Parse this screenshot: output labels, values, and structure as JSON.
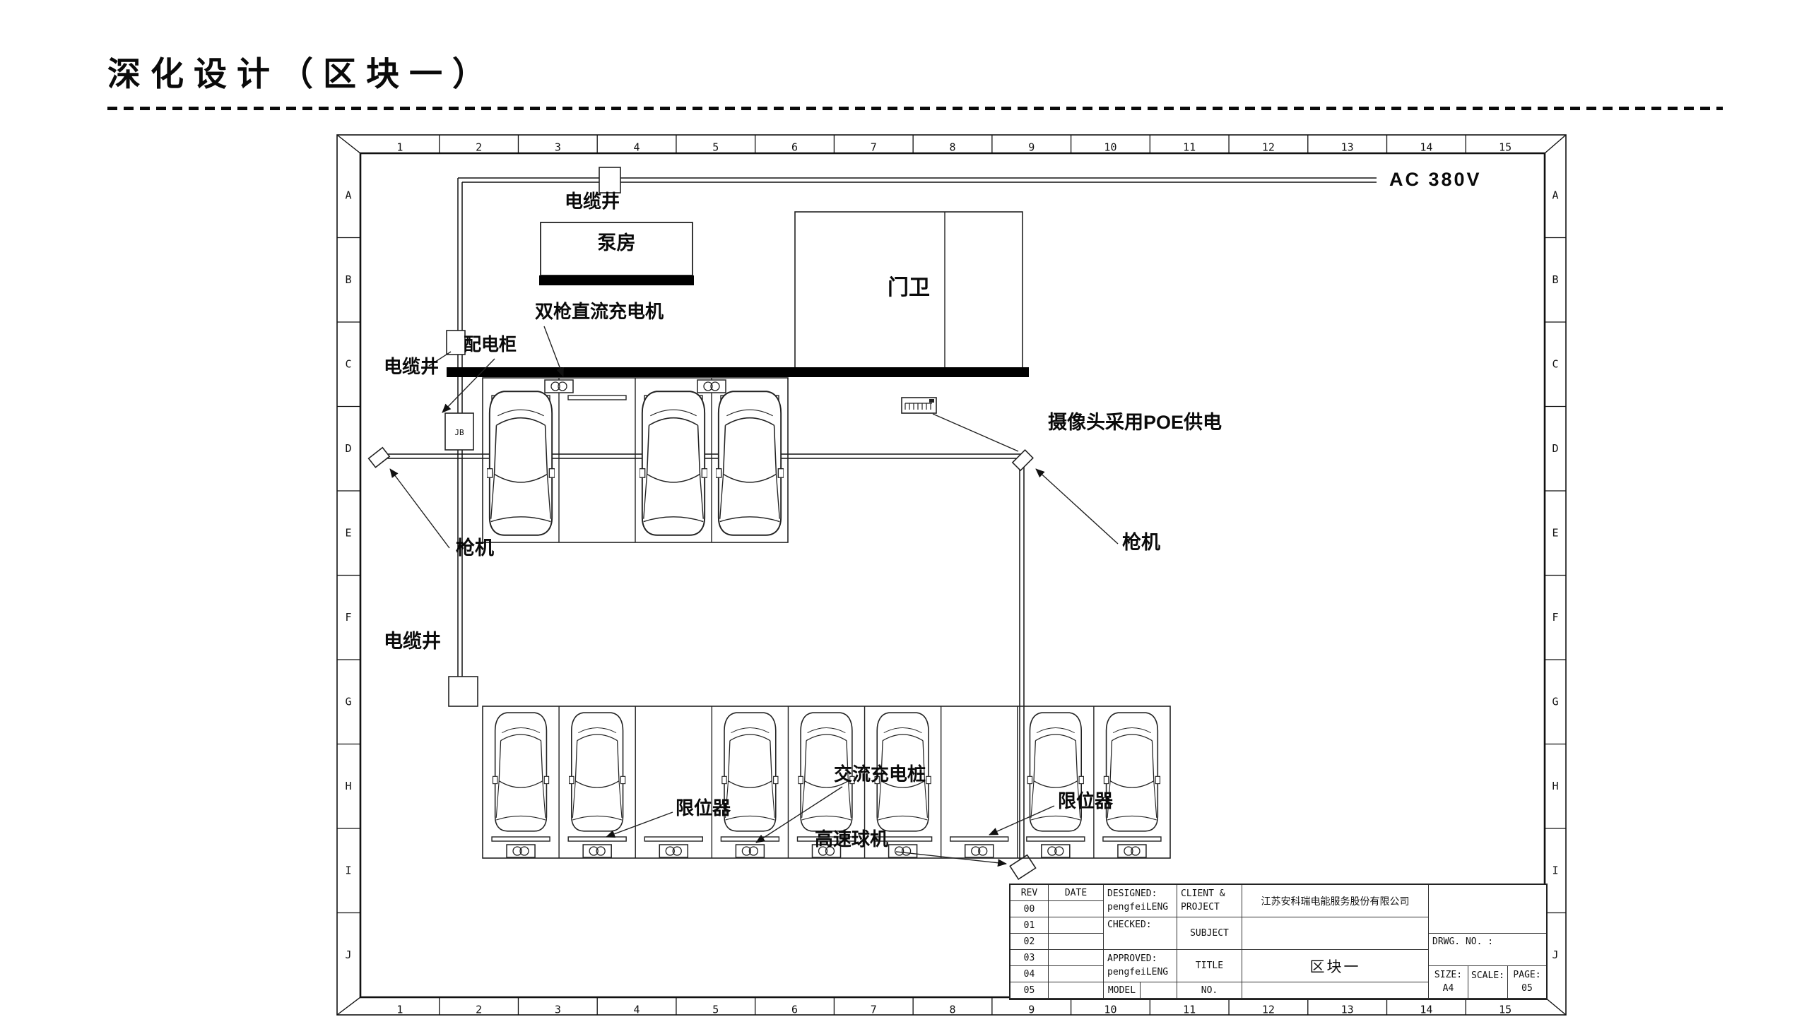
{
  "page": {
    "title": "深化设计（区块一）"
  },
  "drawing": {
    "labels": {
      "ac_power": "AC 380V",
      "cable_well_top": "电缆井",
      "pump_room": "泵房",
      "guard_room": "门卫",
      "dual_dc_charger": "双枪直流充电机",
      "distribution_cabinet": "配电柜",
      "cable_well_mid": "电缆井",
      "cable_well_bottom": "电缆井",
      "poe_note": "摄像头采用POE供电",
      "bullet_camera_left": "枪机",
      "bullet_camera_right": "枪机",
      "limiter_left": "限位器",
      "ac_charging_pile": "交流充电桩",
      "speed_dome_camera": "高速球机",
      "limiter_right": "限位器",
      "junction_box": "JB"
    },
    "border": {
      "columns": [
        "1",
        "2",
        "3",
        "4",
        "5",
        "6",
        "7",
        "8",
        "9",
        "10",
        "11",
        "12",
        "13",
        "14",
        "15"
      ],
      "rows": [
        "A",
        "B",
        "C",
        "D",
        "E",
        "F",
        "G",
        "H",
        "I",
        "J"
      ]
    },
    "parking": {
      "top_row": {
        "stalls": 4,
        "cars": [
          1,
          0,
          1,
          1
        ],
        "dc_charger_dividers": [
          1,
          3
        ]
      },
      "bottom_row": {
        "stalls": 9,
        "cars": [
          1,
          1,
          0,
          1,
          1,
          1,
          0,
          1,
          1
        ]
      }
    }
  },
  "title_block": {
    "rev_header": "REV",
    "revs": [
      "00",
      "01",
      "02",
      "03",
      "04",
      "05"
    ],
    "date_header": "DATE",
    "designed_label": "DESIGNED:",
    "designed_value": "pengfeiLENG",
    "checked_label": "CHECKED:",
    "approved_label": "APPROVED:",
    "approved_value": "pengfeiLENG",
    "model_label": "MODEL",
    "client_label_line1": "CLIENT &",
    "client_label_line2": "PROJECT",
    "subject_label": "SUBJECT",
    "title_label": "TITLE",
    "no_label": "NO.",
    "company": "江苏安科瑞电能服务股份有限公司",
    "title_value": "区块一",
    "drwg_no_label": "DRWG. NO. :",
    "size_label": "SIZE:",
    "size_value": "A4",
    "scale_label": "SCALE:",
    "scale_value": "",
    "page_label": "PAGE:",
    "page_value": "05"
  }
}
